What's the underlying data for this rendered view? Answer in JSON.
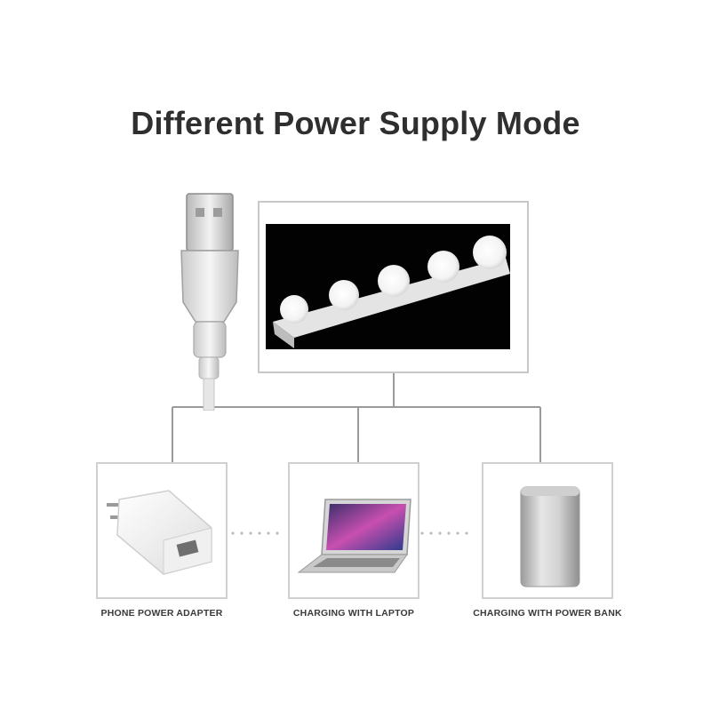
{
  "title": "Different Power Supply Mode",
  "modes": [
    {
      "label": "PHONE POWER ADAPTER",
      "icon": "phone-power-adapter-icon"
    },
    {
      "label": "CHARGING WITH LAPTOP",
      "icon": "laptop-icon"
    },
    {
      "label": "CHARGING WITH POWER BANK",
      "icon": "power-bank-icon"
    }
  ],
  "colors": {
    "connector": "#9a9a9a",
    "frame_border": "#c8c8c8",
    "card_border": "#d0d0d0",
    "title": "#2f2f2f",
    "screen_bg": "#020202"
  }
}
